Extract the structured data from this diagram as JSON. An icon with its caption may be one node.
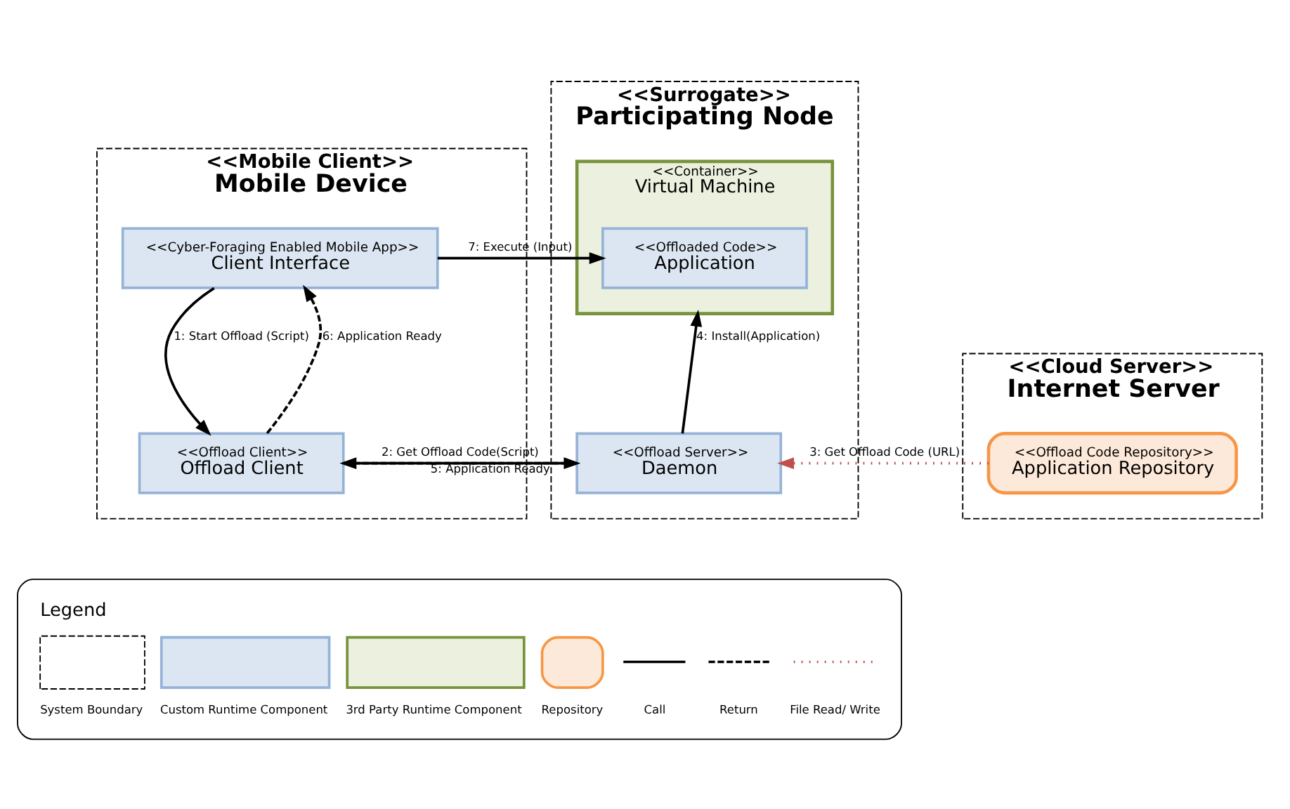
{
  "diagram": {
    "nodes": [
      {
        "text": [
          "<<Mobile Client>>",
          "Mobile Device"
        ]
      },
      {
        "text": [
          "<<Cyber-Foraging Enabled Mobile App>>",
          "Client Interface"
        ],
        "in": 0
      },
      {
        "text": [
          "<<Offload Client>>",
          "Offload Client"
        ],
        "in": 0
      },
      {
        "text": [
          "<<Surrogate>>",
          "Participating Node"
        ]
      },
      {
        "text": [
          "<<Container>>",
          "Virtual Machine"
        ],
        "in": 3
      },
      {
        "text": [
          "<<Offloaded Code>>",
          "Application"
        ],
        "in": 4
      },
      {
        "text": [
          "<<Offload Server>>",
          "Daemon"
        ],
        "in": 3
      },
      {
        "text": [
          "<<Cloud Server>>",
          "Internet Server"
        ]
      },
      {
        "text": [
          "<<Offload Code Repository>>",
          "Application Repository"
        ],
        "in": 7
      }
    ],
    "edges": [
      {
        "from": 1,
        "to": 2,
        "arrow": "to",
        "label": "1: Start Offload (Script)"
      },
      {
        "from": 2,
        "to": 6,
        "arrow": "to",
        "label": "2: Get Offload Code(Script)"
      },
      {
        "from": 8,
        "to": 6,
        "arrow": "to",
        "label": "3: Get Offload Code (URL)",
        "style": "dashed",
        "color": "#c0504d"
      },
      {
        "from": 6,
        "to": 4,
        "arrow": "to",
        "label": "4: Install(Application)"
      },
      {
        "from": 6,
        "to": 2,
        "arrow": "to",
        "label": "5: Application Ready",
        "style": "dashed"
      },
      {
        "from": 2,
        "to": 1,
        "arrow": "to",
        "label": "6: Application Ready",
        "style": "dashed"
      },
      {
        "from": 1,
        "to": 5,
        "arrow": "to",
        "label": "7: Execute (Input)"
      }
    ],
    "labels": [
      "Legend"
    ],
    "legend": [
      {
        "text": "System Boundary"
      },
      {
        "text": "Custom Runtime Component",
        "color": "#dce6f2"
      },
      {
        "text": "3rd Party Runtime Component",
        "color": "#ebf1de"
      },
      {
        "text": "Repository",
        "color": "#fde9d9"
      },
      {
        "text": "Call"
      },
      {
        "text": "Return"
      },
      {
        "text": "File Read/ Write"
      }
    ]
  }
}
